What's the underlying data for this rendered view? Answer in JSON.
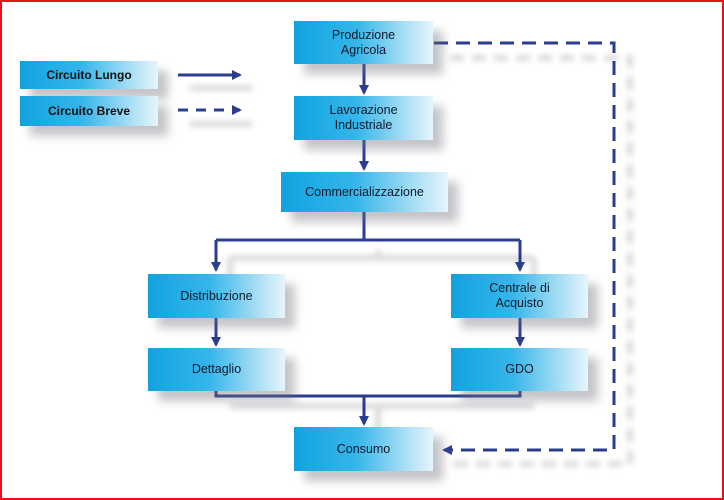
{
  "colors": {
    "frame_border": "#e8141c",
    "arrow": "#2a3d8f",
    "box_gradient_start": "#10a3e0",
    "box_gradient_end": "#e6f5fc"
  },
  "legend": {
    "long_circuit": "Circuito Lungo",
    "short_circuit": "Circuito Breve"
  },
  "nodes": {
    "produzione": "Produzione\nAgricola",
    "lavorazione": "Lavorazione\nIndustriale",
    "commercializzazione": "Commercializzazione",
    "distribuzione": "Distribuzione",
    "centrale": "Centrale di\nAcquisto",
    "dettaglio": "Dettaglio",
    "gdo": "GDO",
    "consumo": "Consumo"
  }
}
